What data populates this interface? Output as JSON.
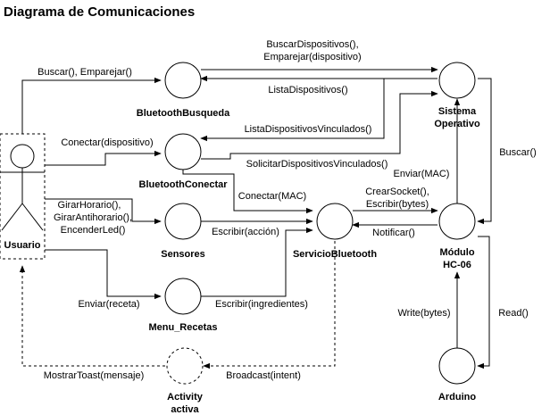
{
  "title": "Diagrama de Comunicaciones",
  "actor": {
    "label": "Usuario"
  },
  "nodes": {
    "busqueda": "BluetoothBusqueda",
    "conectar": "BluetoothConectar",
    "sensores": "Sensores",
    "recetas": "Menu_Recetas",
    "servicio": "ServicioBluetooth",
    "so_1": "Sistema",
    "so_2": "Operativo",
    "hc_1": "Módulo",
    "hc_2": "HC-06",
    "arduino": "Arduino",
    "activity_1": "Activity",
    "activity_2": "activa"
  },
  "messages": {
    "buscar_emparejar": "Buscar(), Emparejar()",
    "buscar_disp_1": "BuscarDispositivos(),",
    "buscar_disp_2": "Emparejar(dispositivo)",
    "lista_disp": "ListaDispositivos()",
    "lista_vinc": "ListaDispositivosVinculados()",
    "conectar_disp": "Conectar(dispositivo)",
    "solicitar_vinc": "SolicitarDispositivosVinculados()",
    "enviar_mac": "Enviar(MAC)",
    "conectar_mac": "Conectar(MAC)",
    "crear_socket_1": "CrearSocket(),",
    "crear_socket_2": "Escribir(bytes)",
    "buscar": "Buscar()",
    "girar_1": "GirarHorario(),",
    "girar_2": "GirarAntihorario(),",
    "girar_3": "EncenderLed()",
    "escribir_accion": "Escribir(acción)",
    "notificar": "Notificar()",
    "enviar_receta": "Enviar(receta)",
    "escribir_ingredientes": "Escribir(ingredientes)",
    "write_bytes": "Write(bytes)",
    "read": "Read()",
    "mostrar_toast": "MostrarToast(mensaje)",
    "broadcast": "Broadcast(intent)"
  }
}
